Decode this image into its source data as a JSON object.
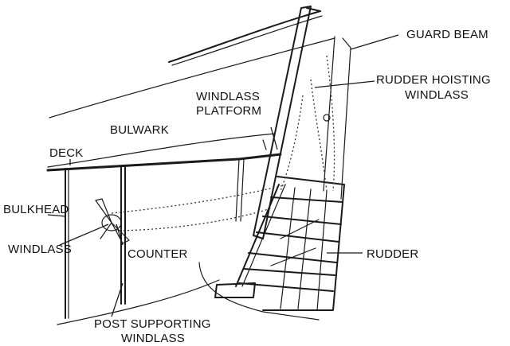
{
  "labels": {
    "guard_beam": "GUARD BEAM",
    "rudder_hoisting_1": "RUDDER HOISTING",
    "rudder_hoisting_2": "WINDLASS",
    "windlass_platform_1": "WINDLASS",
    "windlass_platform_2": "PLATFORM",
    "bulwark": "BULWARK",
    "deck": "DECK",
    "bulkhead": "BULKHEAD",
    "windlass": "WINDLASS",
    "counter": "COUNTER",
    "rudder": "RUDDER",
    "post_supporting_1": "POST SUPPORTING",
    "post_supporting_2": "WINDLASS"
  },
  "colors": {
    "ink": "#1a1a1a",
    "background": "#ffffff"
  }
}
